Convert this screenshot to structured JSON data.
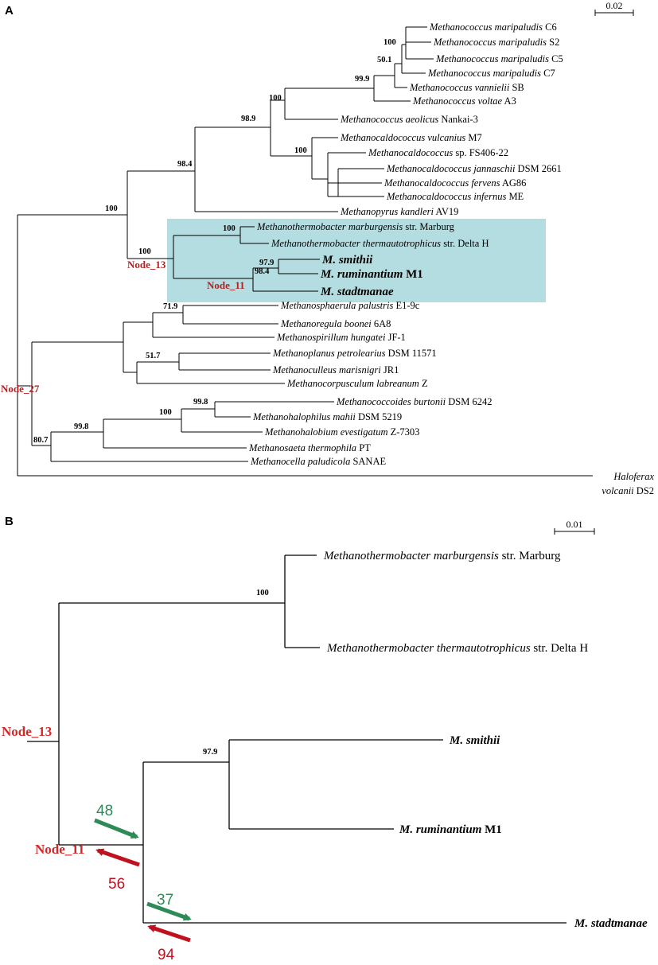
{
  "colors": {
    "highlight_box": "#b3dde0",
    "node_label": "#b22222",
    "gain_arrow": "#2e8b57",
    "loss_arrow": "#c0111f"
  },
  "panel_a": {
    "label": "A",
    "scale_label": "0.02",
    "taxa": [
      {
        "genus": "Methanococcus maripaludis",
        "rest": " C6"
      },
      {
        "genus": "Methanococcus maripaludis",
        "rest": " S2"
      },
      {
        "genus": "Methanococcus maripaludis",
        "rest": " C5"
      },
      {
        "genus": "Methanococcus maripaludis",
        "rest": " C7"
      },
      {
        "genus": "Methanococcus vannielii",
        "rest": " SB"
      },
      {
        "genus": "Methanococcus voltae",
        "rest": " A3"
      },
      {
        "genus": "Methanococcus aeolicus",
        "rest": " Nankai-3"
      },
      {
        "genus": "Methanocaldococcus vulcanius",
        "rest": " M7"
      },
      {
        "genus": "Methanocaldococcus",
        "rest": " sp. FS406-22"
      },
      {
        "genus": "Methanocaldococcus jannaschii",
        "rest": " DSM 2661"
      },
      {
        "genus": "Methanocaldococcus fervens",
        "rest": " AG86"
      },
      {
        "genus": "Methanocaldococcus infernus",
        "rest": " ME"
      },
      {
        "genus": "Methanopyrus kandleri",
        "rest": " AV19"
      },
      {
        "genus": "Methanothermobacter marburgensis",
        "rest": " str. Marburg"
      },
      {
        "genus": "Methanothermobacter thermautotrophicus",
        "rest": " str. Delta H"
      },
      {
        "genus": "M. smithii",
        "rest": ""
      },
      {
        "genus": "M. ruminantium",
        "rest": " M1"
      },
      {
        "genus": "M. stadtmanae",
        "rest": ""
      },
      {
        "genus": "Methanosphaerula palustris",
        "rest": " E1-9c"
      },
      {
        "genus": "Methanoregula boonei",
        "rest": " 6A8"
      },
      {
        "genus": "Methanospirillum hungatei",
        "rest": " JF-1"
      },
      {
        "genus": "Methanoplanus petrolearius",
        "rest": " DSM 11571"
      },
      {
        "genus": "Methanoculleus marisnigri",
        "rest": " JR1"
      },
      {
        "genus": "Methanocorpusculum labreanum",
        "rest": " Z"
      },
      {
        "genus": "Methanococcoides burtonii",
        "rest": " DSM 6242"
      },
      {
        "genus": "Methanohalophilus mahii",
        "rest": " DSM 5219"
      },
      {
        "genus": "Methanohalobium evestigatum",
        "rest": " Z-7303"
      },
      {
        "genus": "Methanosaeta thermophila",
        "rest": " PT"
      },
      {
        "genus": "Methanocella paludicola",
        "rest": " SANAE"
      },
      {
        "genus": "Haloferax",
        "rest": ""
      },
      {
        "genus": "volcanii",
        "rest": " DS2"
      }
    ],
    "bootstrap": [
      "100",
      "50.1",
      "99.9",
      "100",
      "98.9",
      "100",
      "98.4",
      "100",
      "100",
      "100",
      "97.9",
      "98.4",
      "71.9",
      "51.7",
      "99.8",
      "100",
      "99.8",
      "80.7"
    ],
    "nodes": [
      "Node_13",
      "Node_11",
      "Node_27"
    ]
  },
  "panel_b": {
    "label": "B",
    "scale_label": "0.01",
    "taxa": [
      {
        "genus": "Methanothermobacter marburgensis",
        "rest": " str. Marburg"
      },
      {
        "genus": "Methanothermobacter thermautotrophicus",
        "rest": " str. Delta H"
      },
      {
        "genus": "M. smithii",
        "rest": ""
      },
      {
        "genus": "M. ruminantium",
        "rest": " M1"
      },
      {
        "genus": "M. stadtmanae",
        "rest": ""
      }
    ],
    "bootstrap": [
      "100",
      "97.9"
    ],
    "nodes": [
      "Node_13",
      "Node_11"
    ],
    "gene_counts": {
      "node11_gain": "48",
      "node11_loss": "56",
      "stadtmanae_gain": "37",
      "stadtmanae_loss": "94"
    }
  }
}
